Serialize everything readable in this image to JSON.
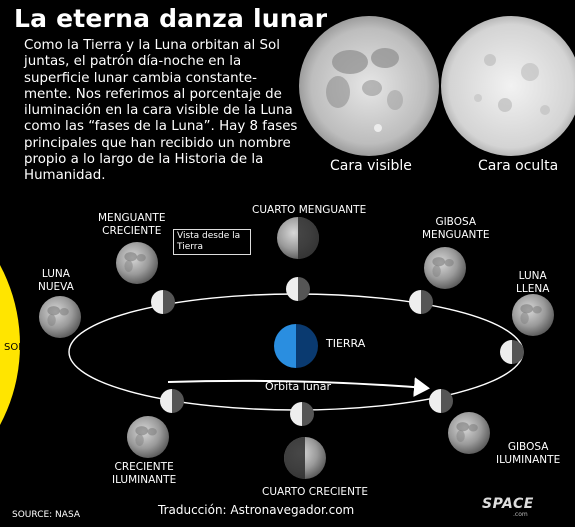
{
  "title": "La eterna danza lunar",
  "intro": "Como la Tierra y la Luna orbitan al Sol juntas, el patrón día-noche en la superficie lunar cambia constante-mente. Nos referimos al porcentaje de iluminación en la cara visible de la Luna como las “fases de la Luna”. Hay 8 fases principales que han recibido un nombre propio a lo largo de la Historia de la Humanidad.",
  "sun_label": "SOL",
  "earth_label": "TIERRA",
  "orbit_label": "Órbita lunar",
  "callout": "Vista desde la Tierra",
  "captions": {
    "visible": "Cara visible",
    "hidden": "Cara oculta"
  },
  "phases": {
    "nueva": "LUNA\nNUEVA",
    "menguante_creciente": "MENGUANTE\nCRECIENTE",
    "cuarto_menguante": "CUARTO MENGUANTE",
    "gibosa_menguante": "GIBOSA\nMENGUANTE",
    "llena": "LUNA\nLLENA",
    "gibosa_iluminante": "GIBOSA\nILUMINANTE",
    "cuarto_creciente": "CUARTO CRECIENTE",
    "creciente_iluminante": "CRECIENTE\nILUMINANTE"
  },
  "source": "SOURCE: NASA",
  "credit": "Traducción: Astronavegador.com",
  "logo": "SPACE",
  "logo_sub": ".com",
  "colors": {
    "sun": "#ffe500",
    "earth_lit": "#2a8ee0",
    "earth_dark": "#0a3a70",
    "moon_light": "#eeeeee",
    "moon_dark": "#555555"
  }
}
